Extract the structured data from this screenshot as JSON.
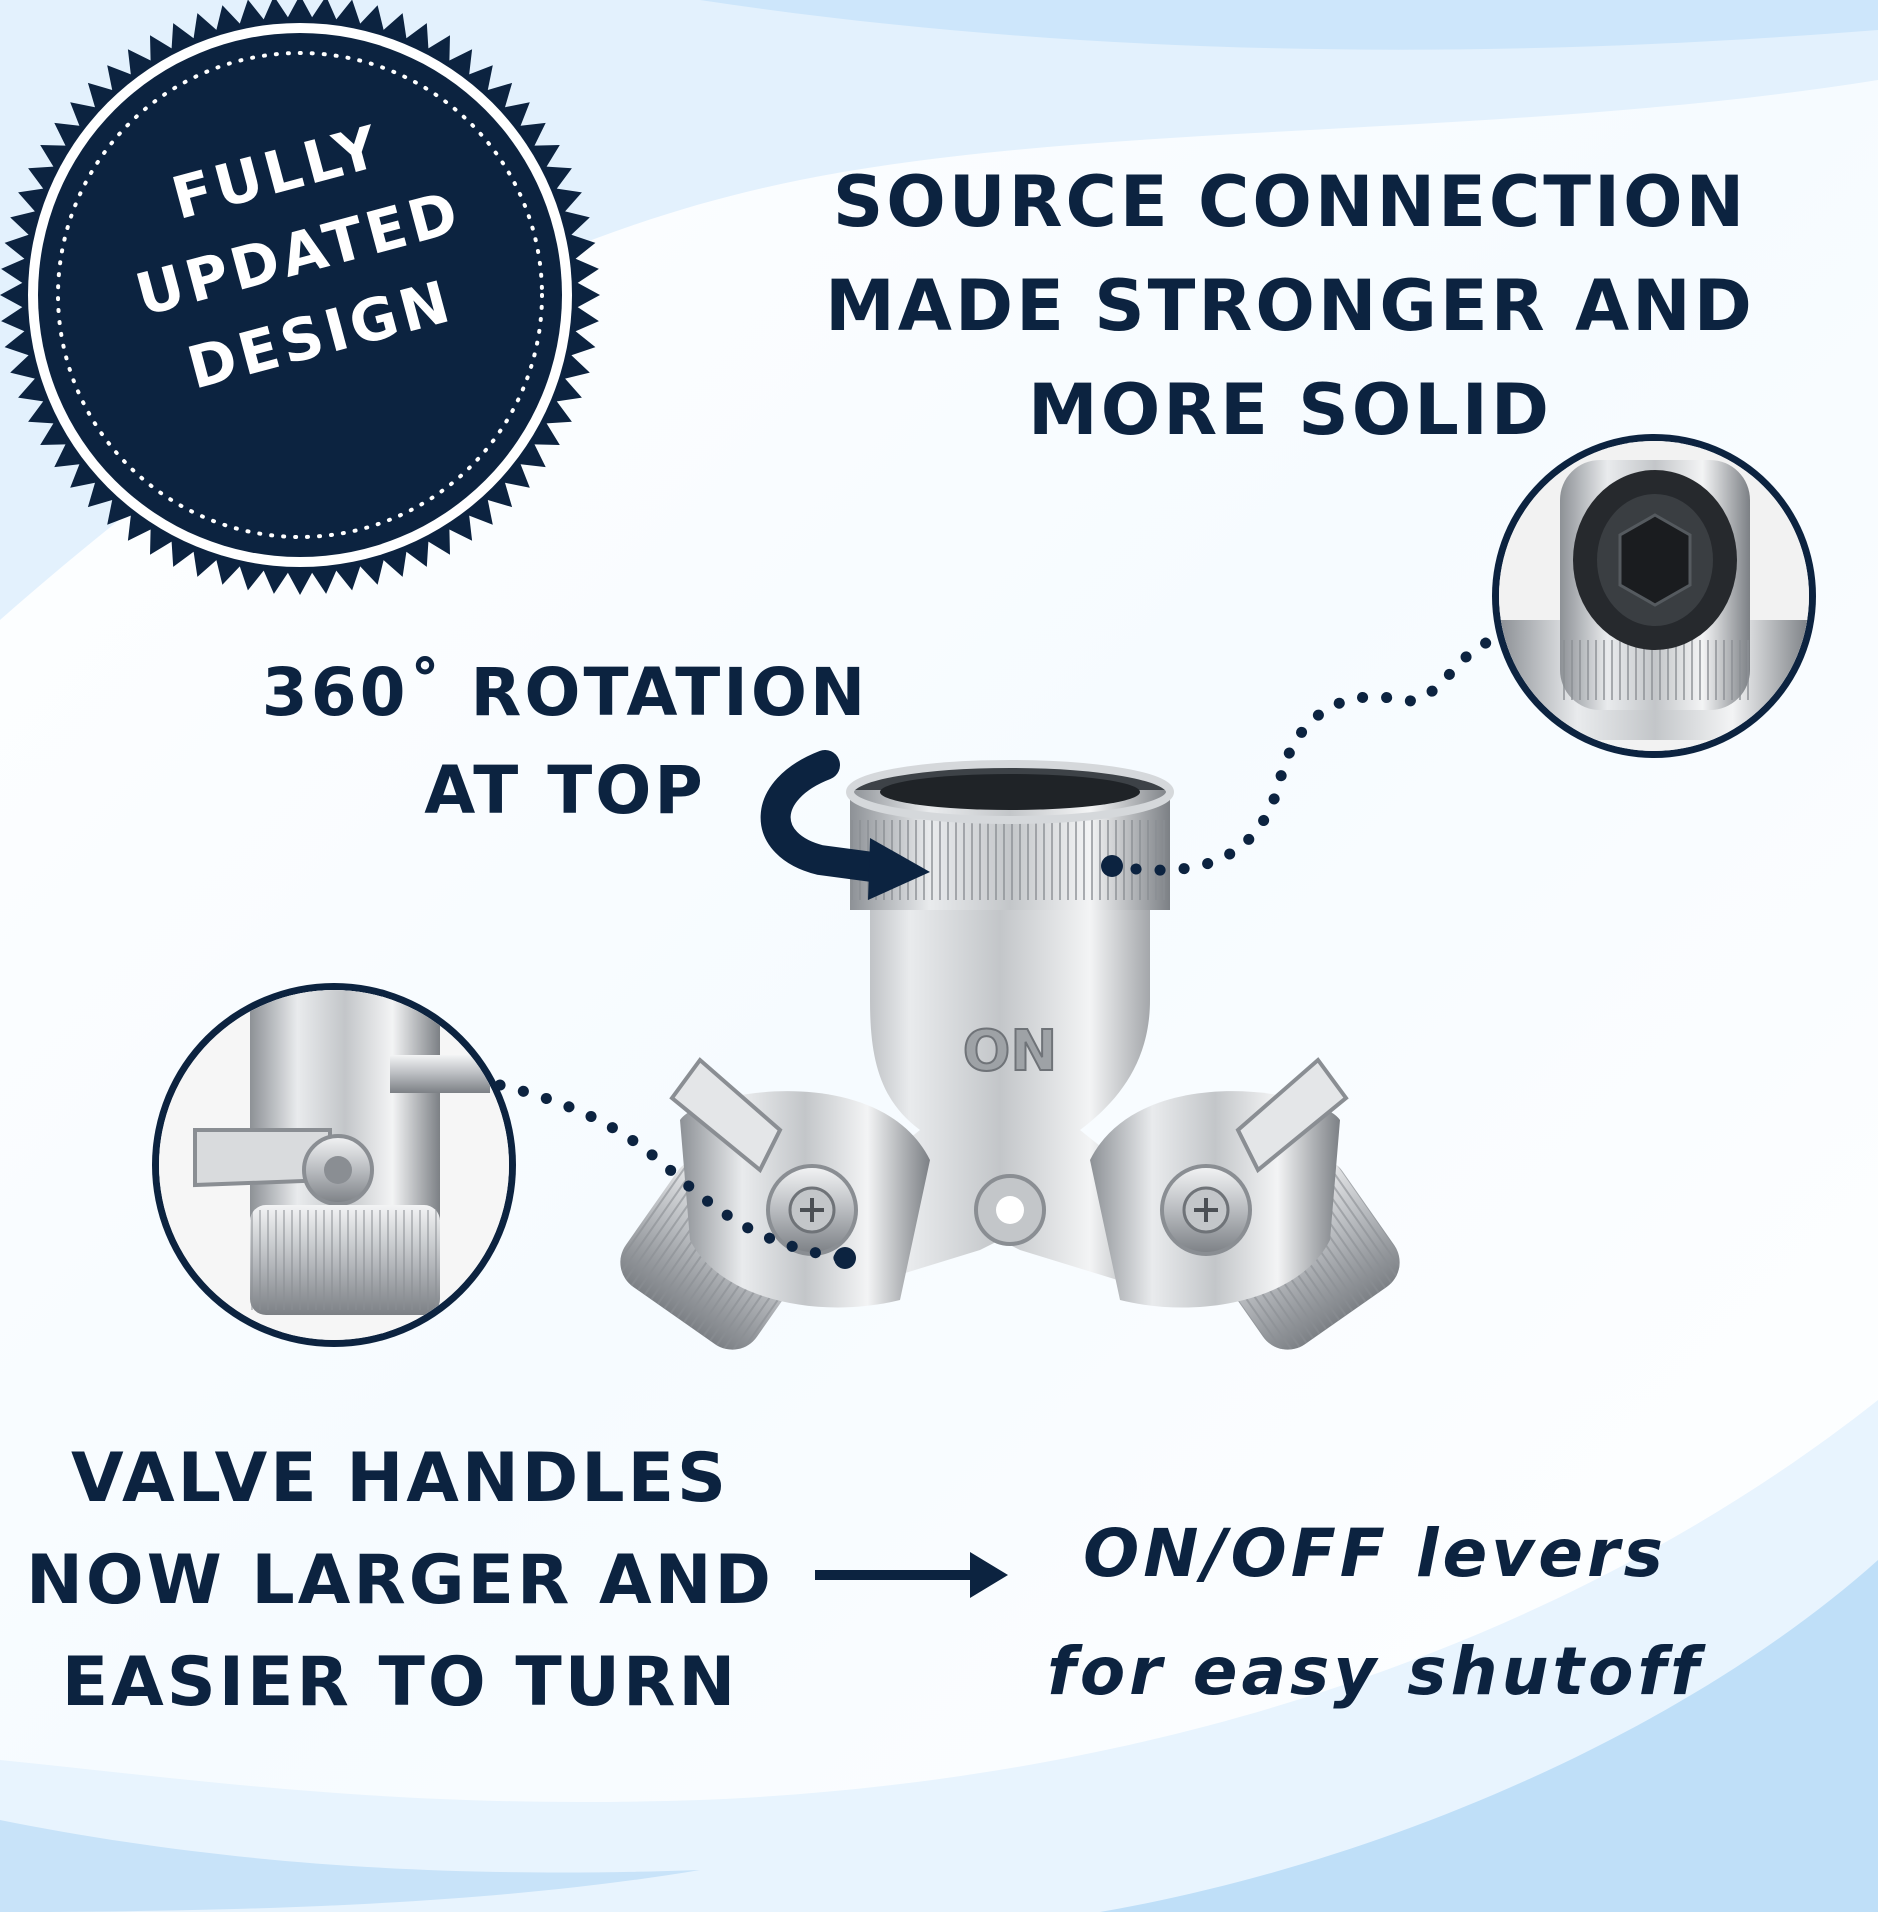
{
  "colors": {
    "navy": "#0c2340",
    "water_light": "#dcefff",
    "water_mid": "#a9d4f5",
    "silver_light": "#f1f2f3",
    "silver_mid": "#c3c6c9",
    "silver_dark": "#7c8085",
    "white": "#ffffff"
  },
  "badge": {
    "lines": [
      "FULLY",
      "UPDATED",
      "DESIGN"
    ]
  },
  "headline": {
    "lines": [
      "SOURCE CONNECTION",
      "MADE STRONGER AND",
      "MORE SOLID"
    ]
  },
  "rotation_callout": {
    "lines": [
      "360˚ ROTATION",
      "AT TOP"
    ]
  },
  "valve_callout": {
    "lines": [
      "VALVE HANDLES",
      "NOW LARGER AND",
      "EASIER TO TURN"
    ]
  },
  "levers_callout": {
    "lines": [
      "ON/OFF levers",
      "for easy shutoff"
    ]
  },
  "product": {
    "body_marking": "ON",
    "icon": "y-hose-splitter-icon"
  },
  "details": {
    "top_detail_icon": "coupling-closeup-icon",
    "valve_detail_icon": "valve-closeup-icon",
    "rotation_icon": "rotate-arrow-icon",
    "pointer_icon": "right-arrow-icon"
  }
}
